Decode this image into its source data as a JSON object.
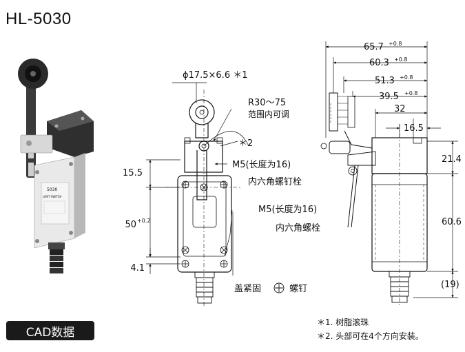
{
  "title": "HL-5030",
  "cad_button": "CAD数据",
  "labels": {
    "roller_dim": "ϕ17.5×6.6 ＊1",
    "radius": "R30～75",
    "radius_note": "范围内可调",
    "star2": "＊2",
    "m5_first": "M5(长度为16)",
    "m5_first_note": "内六角螺钉栓",
    "m5_second": "M5(长度为16)",
    "m5_second_note": "内六角螺栓",
    "cover_text_a": "盖紧固",
    "cover_text_b": "螺钉"
  },
  "dims": {
    "d657": "65.7",
    "d657_tol": "+0.8",
    "d603": "60.3",
    "d603_tol": "+0.8",
    "d513": "51.3",
    "d513_tol": "+0.8",
    "d395": "39.5",
    "d395_tol": "+0.8",
    "d32": "32",
    "d165": "16.5",
    "d214": "21.4",
    "d606": "60.6",
    "d19": "(19)",
    "d155": "15.5",
    "d50": "50",
    "d50_tol": "+0.2",
    "d41": "4.1"
  },
  "notes": [
    "＊1. 树脂滚珠",
    "＊2. 头部可在4个方向安装。"
  ],
  "photo_labels": {
    "brand": "5030",
    "sub": "LIMIT SWITCH"
  }
}
